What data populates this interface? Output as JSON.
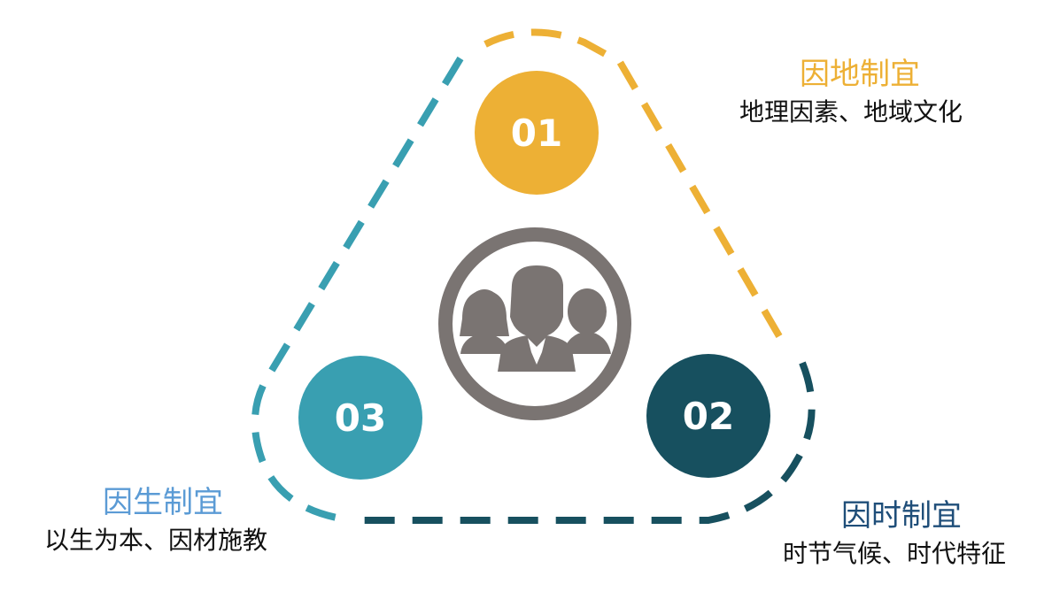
{
  "items": [
    {
      "number": "01",
      "title": "因地制宜",
      "desc": "地理因素、地域文化",
      "color": "#EDB035"
    },
    {
      "number": "02",
      "title": "因时制宜",
      "desc": "时节气候、时代特征",
      "color": "#17505F"
    },
    {
      "number": "03",
      "title": "因生制宜",
      "desc": "以生为本、因材施教",
      "color": "#399FB1"
    }
  ],
  "colors": {
    "center_ring": "#7A7472",
    "title_01": "#EDB035",
    "title_02": "#1F4E79",
    "title_03": "#5B9BD5",
    "dash_left": "#399FB1",
    "dash_right": "#EDB035",
    "dash_bottom": "#17505F"
  },
  "center_icon": "people-group-icon"
}
